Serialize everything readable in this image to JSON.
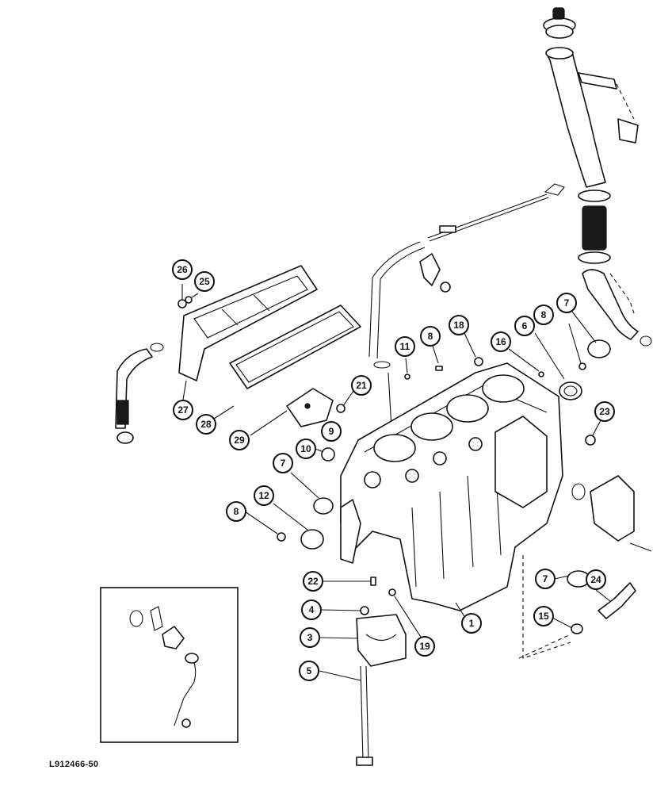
{
  "figure_code": "L912466-50",
  "callouts": [
    {
      "id": "c26",
      "label": "26"
    },
    {
      "id": "c25",
      "label": "25"
    },
    {
      "id": "c27",
      "label": "27"
    },
    {
      "id": "c28",
      "label": "28"
    },
    {
      "id": "c29",
      "label": "29"
    },
    {
      "id": "c21",
      "label": "21"
    },
    {
      "id": "c11",
      "label": "11"
    },
    {
      "id": "c8a",
      "label": "8"
    },
    {
      "id": "c18",
      "label": "18"
    },
    {
      "id": "c16",
      "label": "16"
    },
    {
      "id": "c6",
      "label": "6"
    },
    {
      "id": "c8b",
      "label": "8"
    },
    {
      "id": "c7a",
      "label": "7"
    },
    {
      "id": "c23",
      "label": "23"
    },
    {
      "id": "c9",
      "label": "9"
    },
    {
      "id": "c10",
      "label": "10"
    },
    {
      "id": "c7b",
      "label": "7"
    },
    {
      "id": "c12",
      "label": "12"
    },
    {
      "id": "c8c",
      "label": "8"
    },
    {
      "id": "c22",
      "label": "22"
    },
    {
      "id": "c4",
      "label": "4"
    },
    {
      "id": "c3",
      "label": "3"
    },
    {
      "id": "c5",
      "label": "5"
    },
    {
      "id": "c19",
      "label": "19"
    },
    {
      "id": "c1",
      "label": "1"
    },
    {
      "id": "c7c",
      "label": "7"
    },
    {
      "id": "c24",
      "label": "24"
    },
    {
      "id": "c15",
      "label": "15"
    }
  ]
}
